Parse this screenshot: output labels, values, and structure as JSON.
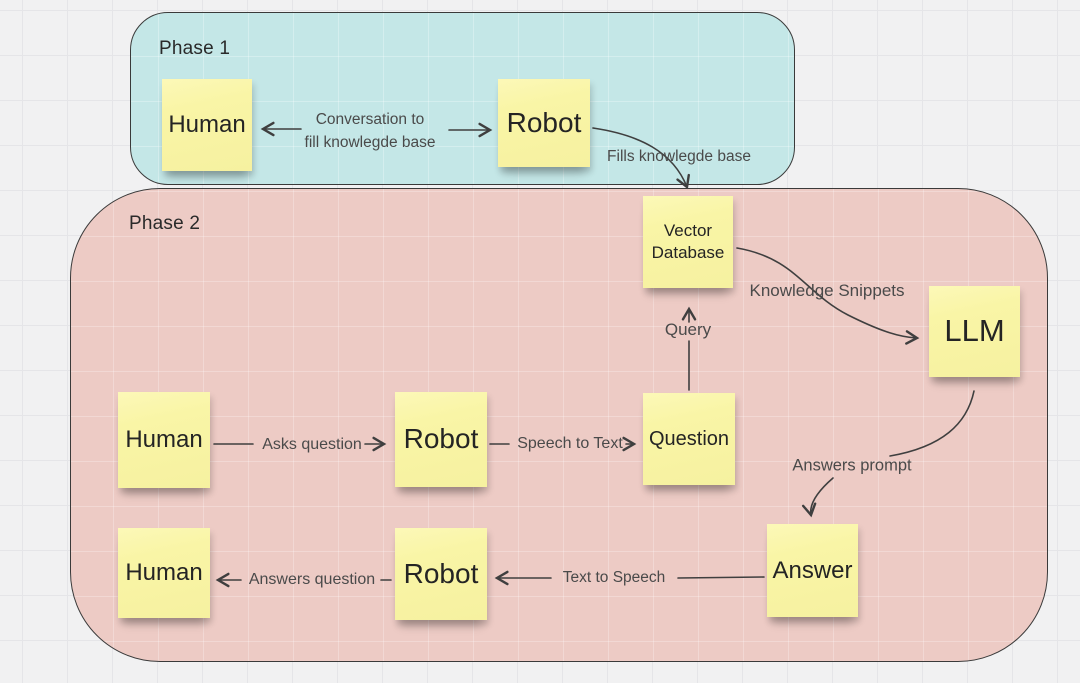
{
  "colors": {
    "canvas_bg": "#f1f1f2",
    "grid_line": "#e5e5e8",
    "phase1_fill": "#c4e7e7",
    "phase2_fill": "#edcbc5",
    "note_fill": "#f8f4a4",
    "outline": "#3a3a3a",
    "arrow_stroke": "#3f3f3f",
    "label_text": "#4a4a4a"
  },
  "phase1": {
    "title": "Phase 1",
    "notes": {
      "human": "Human",
      "robot": "Robot"
    },
    "labels": {
      "conversation_line1": "Conversation to",
      "conversation_line2": "fill knowlegde base",
      "fills_kb": "Fills knowlegde base"
    }
  },
  "phase2": {
    "title": "Phase 2",
    "notes": {
      "vector_db_line1": "Vector",
      "vector_db_line2": "Database",
      "llm": "LLM",
      "human_ask": "Human",
      "robot_ask": "Robot",
      "question": "Question",
      "answer": "Answer",
      "human_answer": "Human",
      "robot_answer": "Robot"
    },
    "labels": {
      "query": "Query",
      "knowledge_snippets": "Knowledge Snippets",
      "asks_question": "Asks question",
      "speech_to_text": "Speech to Text",
      "answers_prompt": "Answers prompt",
      "text_to_speech": "Text to Speech",
      "answers_question": "Answers question"
    }
  }
}
